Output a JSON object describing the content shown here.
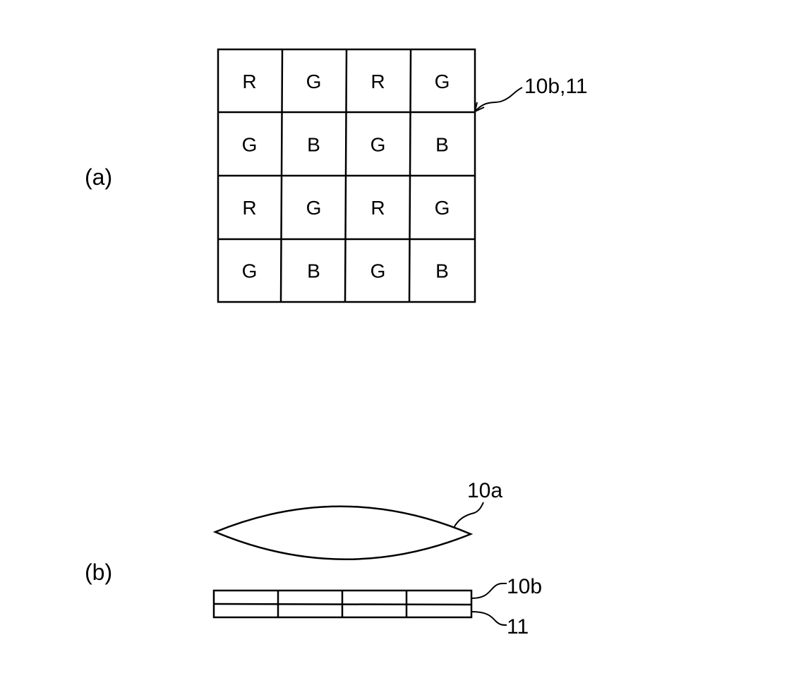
{
  "figure": {
    "panel_a": {
      "label": "(a)",
      "grid": [
        [
          "R",
          "G",
          "R",
          "G"
        ],
        [
          "G",
          "B",
          "G",
          "B"
        ],
        [
          "R",
          "G",
          "R",
          "G"
        ],
        [
          "G",
          "B",
          "G",
          "B"
        ]
      ],
      "reference_label": "10b,11"
    },
    "panel_b": {
      "label": "(b)",
      "lens_label": "10a",
      "filter_layer_label": "10b",
      "sensor_layer_label": "11",
      "segments": 4
    }
  }
}
